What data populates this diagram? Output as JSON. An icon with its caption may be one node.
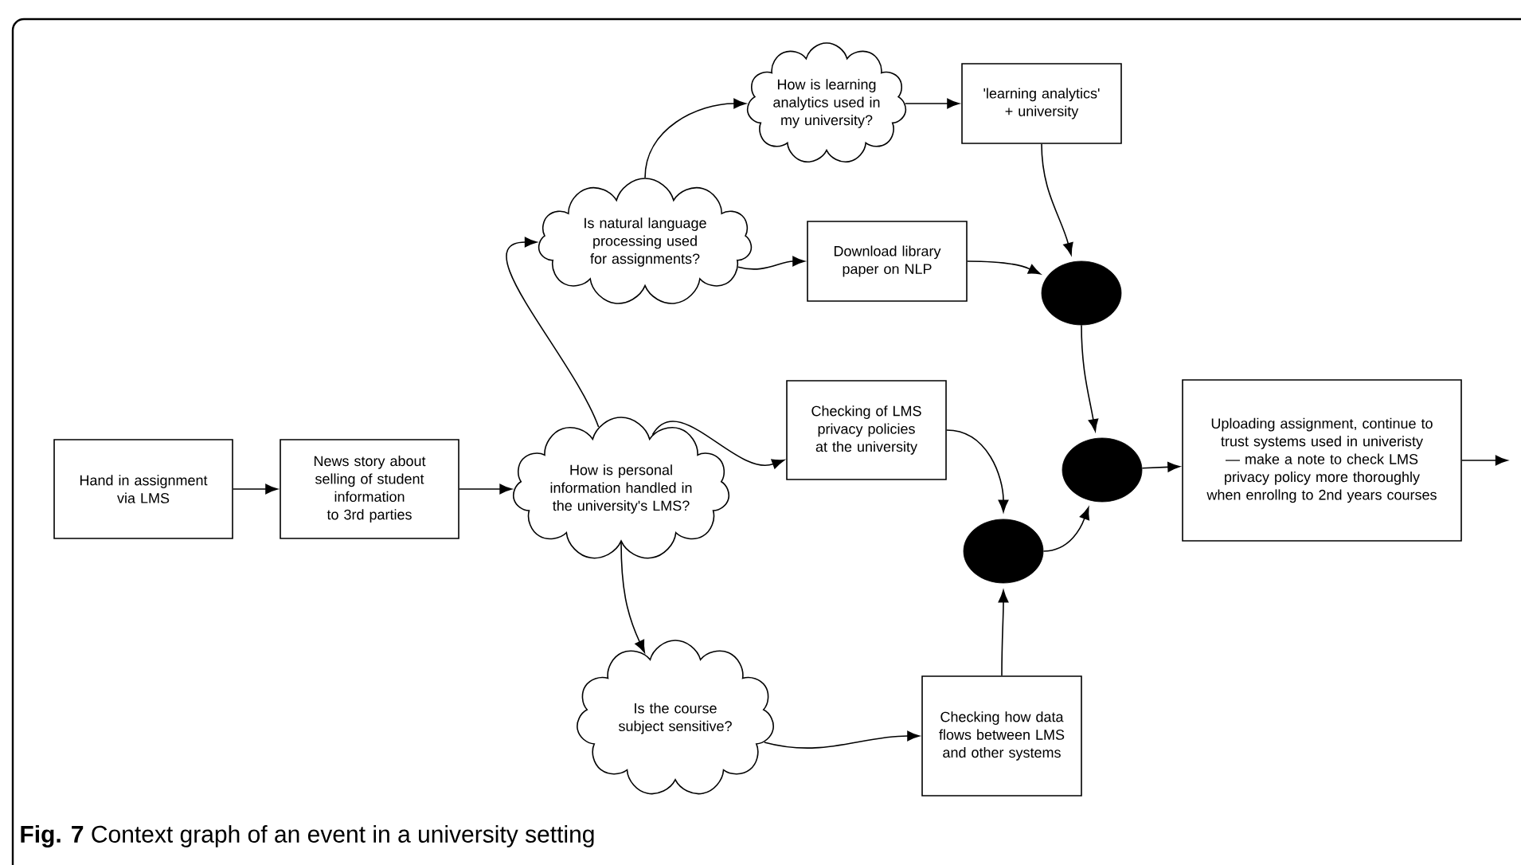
{
  "diagram": {
    "caption": "**Fig. 7** Context graph of an event in a university setting",
    "nodes": [
      {
        "text": [
          "Hand in assignment via LMS"
        ]
      },
      {
        "text": [
          "News story about selling of student information to 3rd parties"
        ]
      },
      {
        "text": [
          "How is personal information handled in the university's LMS?"
        ]
      },
      {
        "text": [
          "Is natural language processing used for assignments?"
        ]
      },
      {
        "text": [
          "How is learning analytics used in my university?"
        ]
      },
      {
        "text": [
          "'learning analytics' + university"
        ]
      },
      {
        "text": [
          "Download library paper on NLP"
        ]
      },
      {
        "text": [],
        "shape": "circle"
      },
      {
        "text": [
          "Checking of LMS privacy policies at the university"
        ]
      },
      {
        "text": [],
        "shape": "circle"
      },
      {
        "text": [],
        "shape": "circle"
      },
      {
        "text": [
          "Uploading assignment, continue to trust systems used in univeristy — make a note to check LMS privacy policy more thoroughly when enrollng to 2nd years courses"
        ]
      },
      {
        "text": [
          "Is the course subject sensitive?"
        ]
      },
      {
        "text": [
          "Checking how data flows between LMS and other systems"
        ]
      }
    ],
    "edges": [
      {
        "from": 0,
        "to": 1,
        "arrow": "to"
      },
      {
        "from": 1,
        "to": 2,
        "arrow": "to"
      },
      {
        "from": 2,
        "to": 3,
        "arrow": "to"
      },
      {
        "from": 3,
        "to": 4,
        "arrow": "to"
      },
      {
        "from": 4,
        "to": 5,
        "arrow": "to"
      },
      {
        "from": 3,
        "to": 6,
        "arrow": "to"
      },
      {
        "from": 5,
        "to": 7,
        "arrow": "to"
      },
      {
        "from": 6,
        "to": 7,
        "arrow": "to"
      },
      {
        "from": 7,
        "to": 9,
        "arrow": "to"
      },
      {
        "from": 2,
        "to": 8,
        "arrow": "to"
      },
      {
        "from": 8,
        "to": 10,
        "arrow": "to"
      },
      {
        "from": 10,
        "to": 9,
        "arrow": "to"
      },
      {
        "from": 9,
        "to": 11,
        "arrow": "to"
      },
      {
        "from": 11,
        "to": null,
        "arrow": "to"
      },
      {
        "from": 2,
        "to": 12,
        "arrow": "to"
      },
      {
        "from": 12,
        "to": 13,
        "arrow": "to"
      },
      {
        "from": 13,
        "to": 10,
        "arrow": "to"
      }
    ]
  }
}
